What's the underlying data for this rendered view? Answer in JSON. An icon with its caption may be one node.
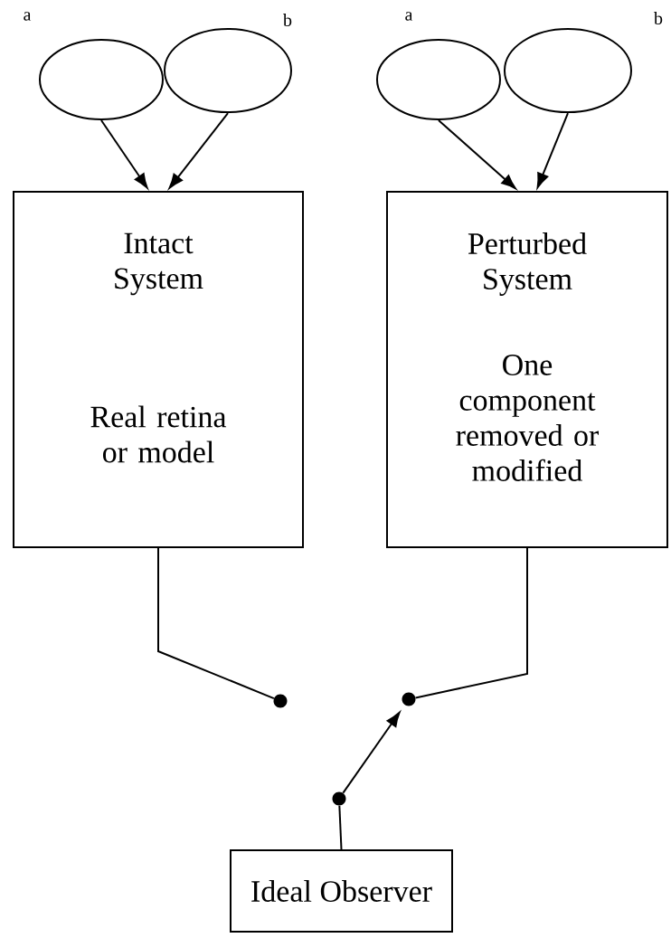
{
  "diagram": {
    "nodes": [
      {
        "text": [],
        "shape": "ellipse",
        "beside": [
          "a"
        ]
      },
      {
        "text": [],
        "shape": "ellipse",
        "beside": [
          "b"
        ]
      },
      {
        "text": [],
        "shape": "ellipse",
        "beside": [
          "a"
        ]
      },
      {
        "text": [],
        "shape": "ellipse",
        "beside": [
          "b"
        ]
      },
      {
        "text": [
          "Intact System",
          "Real retina or model"
        ]
      },
      {
        "text": [
          "Perturbed System",
          "One component removed or modified"
        ]
      },
      {
        "text": [],
        "shape": "circle"
      },
      {
        "text": [],
        "shape": "circle"
      },
      {
        "text": [],
        "shape": "circle"
      },
      {
        "text": [
          "Ideal Observer"
        ]
      }
    ],
    "edges": [
      {
        "from": 0,
        "to": 4,
        "arrow": "to"
      },
      {
        "from": 1,
        "to": 4,
        "arrow": "to"
      },
      {
        "from": 2,
        "to": 5,
        "arrow": "to"
      },
      {
        "from": 3,
        "to": 5,
        "arrow": "to"
      },
      {
        "from": 4,
        "to": 6,
        "arrow": "none"
      },
      {
        "from": 5,
        "to": 7,
        "arrow": "none"
      },
      {
        "from": 8,
        "to": 7,
        "arrow": "to"
      },
      {
        "from": 9,
        "to": 8,
        "arrow": "none"
      }
    ]
  }
}
